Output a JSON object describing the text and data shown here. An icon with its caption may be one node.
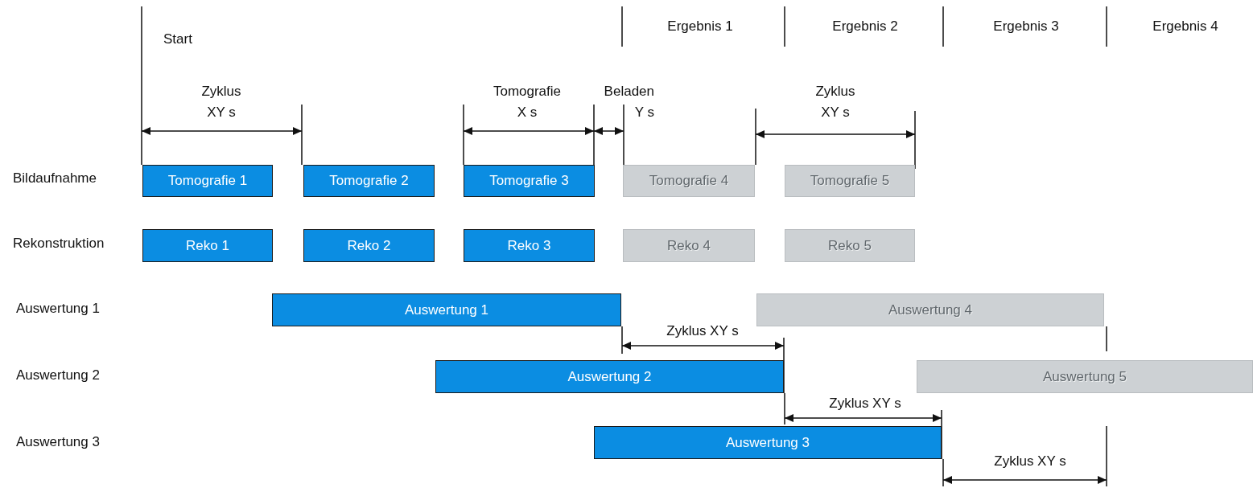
{
  "diagram": {
    "nodes": [
      {
        "text": [
          "Tomografie 1"
        ]
      },
      {
        "text": [
          "Tomografie 2"
        ]
      },
      {
        "text": [
          "Tomografie 3"
        ]
      },
      {
        "text": [
          "Tomografie 4"
        ]
      },
      {
        "text": [
          "Tomografie 5"
        ]
      },
      {
        "text": [
          "Reko 1"
        ]
      },
      {
        "text": [
          "Reko 2"
        ]
      },
      {
        "text": [
          "Reko 3"
        ]
      },
      {
        "text": [
          "Reko 4"
        ]
      },
      {
        "text": [
          "Reko 5"
        ]
      },
      {
        "text": [
          "Auswertung 1"
        ]
      },
      {
        "text": [
          "Auswertung 4"
        ]
      },
      {
        "text": [
          "Auswertung 2"
        ]
      },
      {
        "text": [
          "Auswertung 5"
        ]
      },
      {
        "text": [
          "Auswertung 3"
        ]
      }
    ],
    "labels": [
      "Ergebnis 1",
      "Ergebnis 2",
      "Ergebnis 3",
      "Ergebnis 4",
      "Start",
      "Zyklus XY s",
      "Tomografie X s",
      "Beladen Y s",
      "Zyklus XY s",
      "Bildaufnahme",
      "Rekonstruktion",
      "Auswertung 1",
      "Zyklus XY s",
      "Auswertung 2",
      "Zyklus XY s",
      "Auswertung 3",
      "Zyklus XY s"
    ]
  }
}
